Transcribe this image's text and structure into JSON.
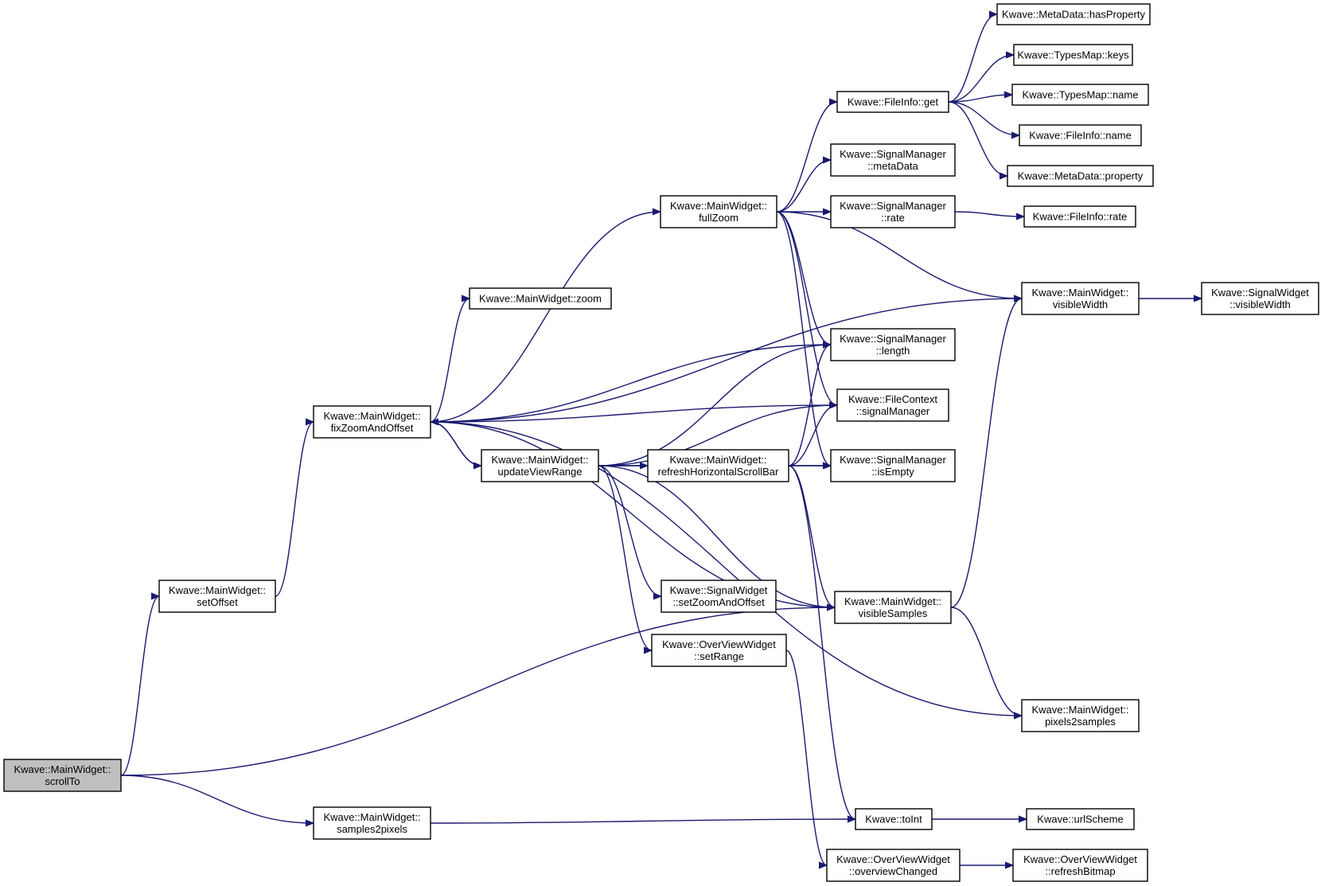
{
  "nodes": [
    {
      "id": "scrollTo",
      "lines": [
        "Kwave::MainWidget::",
        "scrollTo"
      ],
      "root": true
    },
    {
      "id": "setOffset",
      "lines": [
        "Kwave::MainWidget::",
        "setOffset"
      ]
    },
    {
      "id": "fixZoomAndOffset",
      "lines": [
        "Kwave::MainWidget::",
        "fixZoomAndOffset"
      ]
    },
    {
      "id": "samples2pixels",
      "lines": [
        "Kwave::MainWidget::",
        "samples2pixels"
      ]
    },
    {
      "id": "fullZoom",
      "lines": [
        "Kwave::MainWidget::",
        "fullZoom"
      ]
    },
    {
      "id": "zoom",
      "lines": [
        "Kwave::MainWidget::zoom"
      ]
    },
    {
      "id": "updateViewRange",
      "lines": [
        "Kwave::MainWidget::",
        "updateViewRange"
      ]
    },
    {
      "id": "refreshHSB",
      "lines": [
        "Kwave::MainWidget::",
        "refreshHorizontalScrollBar"
      ]
    },
    {
      "id": "setZoomAndOffset",
      "lines": [
        "Kwave::SignalWidget",
        "::setZoomAndOffset"
      ]
    },
    {
      "id": "setRange",
      "lines": [
        "Kwave::OverViewWidget",
        "::setRange"
      ]
    },
    {
      "id": "fileInfoGet",
      "lines": [
        "Kwave::FileInfo::get"
      ]
    },
    {
      "id": "smMetaData",
      "lines": [
        "Kwave::SignalManager",
        "::metaData"
      ]
    },
    {
      "id": "smRate",
      "lines": [
        "Kwave::SignalManager",
        "::rate"
      ]
    },
    {
      "id": "smLength",
      "lines": [
        "Kwave::SignalManager",
        "::length"
      ]
    },
    {
      "id": "fcSignalManager",
      "lines": [
        "Kwave::FileContext",
        "::signalManager"
      ]
    },
    {
      "id": "smIsEmpty",
      "lines": [
        "Kwave::SignalManager",
        "::isEmpty"
      ]
    },
    {
      "id": "visibleSamples",
      "lines": [
        "Kwave::MainWidget::",
        "visibleSamples"
      ]
    },
    {
      "id": "toInt",
      "lines": [
        "Kwave::toInt"
      ]
    },
    {
      "id": "overviewChanged",
      "lines": [
        "Kwave::OverViewWidget",
        "::overviewChanged"
      ]
    },
    {
      "id": "hasProperty",
      "lines": [
        "Kwave::MetaData::hasProperty"
      ]
    },
    {
      "id": "tmKeys",
      "lines": [
        "Kwave::TypesMap::keys"
      ]
    },
    {
      "id": "tmName",
      "lines": [
        "Kwave::TypesMap::name"
      ]
    },
    {
      "id": "fiName",
      "lines": [
        "Kwave::FileInfo::name"
      ]
    },
    {
      "id": "mdProperty",
      "lines": [
        "Kwave::MetaData::property"
      ]
    },
    {
      "id": "fiRate",
      "lines": [
        "Kwave::FileInfo::rate"
      ]
    },
    {
      "id": "mwVisibleWidth",
      "lines": [
        "Kwave::MainWidget::",
        "visibleWidth"
      ]
    },
    {
      "id": "swVisibleWidth",
      "lines": [
        "Kwave::SignalWidget",
        "::visibleWidth"
      ]
    },
    {
      "id": "pixels2samples",
      "lines": [
        "Kwave::MainWidget::",
        "pixels2samples"
      ]
    },
    {
      "id": "urlScheme",
      "lines": [
        "Kwave::urlScheme"
      ]
    },
    {
      "id": "refreshBitmap",
      "lines": [
        "Kwave::OverViewWidget",
        "::refreshBitmap"
      ]
    }
  ],
  "edges": [
    [
      "scrollTo",
      "setOffset"
    ],
    [
      "scrollTo",
      "visibleSamples"
    ],
    [
      "scrollTo",
      "samples2pixels"
    ],
    [
      "setOffset",
      "fixZoomAndOffset"
    ],
    [
      "fixZoomAndOffset",
      "fullZoom"
    ],
    [
      "fixZoomAndOffset",
      "zoom"
    ],
    [
      "fixZoomAndOffset",
      "smLength"
    ],
    [
      "fixZoomAndOffset",
      "mwVisibleWidth"
    ],
    [
      "fixZoomAndOffset",
      "fcSignalManager"
    ],
    [
      "fixZoomAndOffset",
      "updateViewRange"
    ],
    [
      "fixZoomAndOffset",
      "visibleSamples"
    ],
    [
      "fixZoomAndOffset",
      "pixels2samples"
    ],
    [
      "updateViewRange",
      "fixZoomAndOffset"
    ],
    [
      "updateViewRange",
      "refreshHSB"
    ],
    [
      "updateViewRange",
      "smLength"
    ],
    [
      "updateViewRange",
      "fcSignalManager"
    ],
    [
      "updateViewRange",
      "smIsEmpty"
    ],
    [
      "updateViewRange",
      "visibleSamples"
    ],
    [
      "updateViewRange",
      "setZoomAndOffset"
    ],
    [
      "updateViewRange",
      "setRange"
    ],
    [
      "fullZoom",
      "fileInfoGet"
    ],
    [
      "fullZoom",
      "smMetaData"
    ],
    [
      "fullZoom",
      "smRate"
    ],
    [
      "fullZoom",
      "smLength"
    ],
    [
      "fullZoom",
      "fcSignalManager"
    ],
    [
      "fullZoom",
      "smIsEmpty"
    ],
    [
      "fullZoom",
      "mwVisibleWidth"
    ],
    [
      "refreshHSB",
      "smLength"
    ],
    [
      "refreshHSB",
      "fcSignalManager"
    ],
    [
      "refreshHSB",
      "smIsEmpty"
    ],
    [
      "refreshHSB",
      "visibleSamples"
    ],
    [
      "refreshHSB",
      "toInt"
    ],
    [
      "fileInfoGet",
      "hasProperty"
    ],
    [
      "fileInfoGet",
      "tmKeys"
    ],
    [
      "fileInfoGet",
      "tmName"
    ],
    [
      "fileInfoGet",
      "fiName"
    ],
    [
      "fileInfoGet",
      "mdProperty"
    ],
    [
      "smRate",
      "fiRate"
    ],
    [
      "mwVisibleWidth",
      "swVisibleWidth"
    ],
    [
      "visibleSamples",
      "mwVisibleWidth"
    ],
    [
      "visibleSamples",
      "pixels2samples"
    ],
    [
      "samples2pixels",
      "toInt"
    ],
    [
      "toInt",
      "urlScheme"
    ],
    [
      "setRange",
      "overviewChanged"
    ],
    [
      "overviewChanged",
      "refreshBitmap"
    ]
  ]
}
